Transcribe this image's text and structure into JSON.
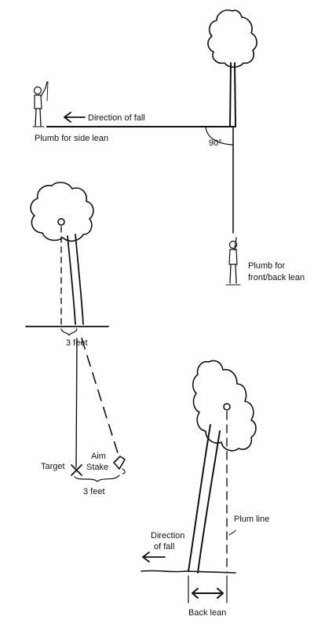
{
  "figure_top": {
    "direction_label": "Direction of fall",
    "side_lean_label": "Plumb for side lean",
    "angle_label": "90°",
    "front_back_line1": "Plumb for",
    "front_back_line2": "front/back lean"
  },
  "figure_middle": {
    "distance_top_label": "3 feet",
    "target_label": "Target",
    "aim_label_line1": "Aim",
    "aim_label_line2": "Stake",
    "distance_bottom_label": "3 feet"
  },
  "figure_bottom": {
    "direction_line1": "Direction",
    "direction_line2": "of fall",
    "plumb_line_label": "Plum line",
    "back_lean_label": "Back lean"
  }
}
